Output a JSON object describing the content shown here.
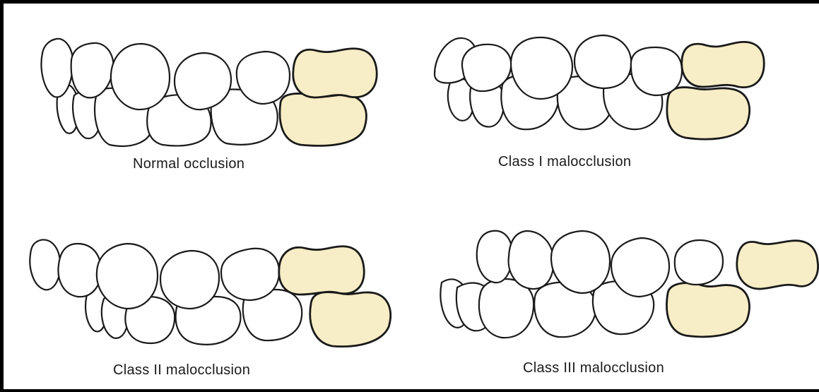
{
  "colors": {
    "molar_fill": "#f7edc6",
    "tooth_fill": "#ffffff",
    "outline": "#1a1a1a",
    "frame": "#000000"
  },
  "panels": [
    {
      "id": "normal",
      "caption": "Normal occlusion"
    },
    {
      "id": "class1",
      "caption": "Class I malocclusion"
    },
    {
      "id": "class2",
      "caption": "Class II malocclusion"
    },
    {
      "id": "class3",
      "caption": "Class III malocclusion"
    }
  ]
}
